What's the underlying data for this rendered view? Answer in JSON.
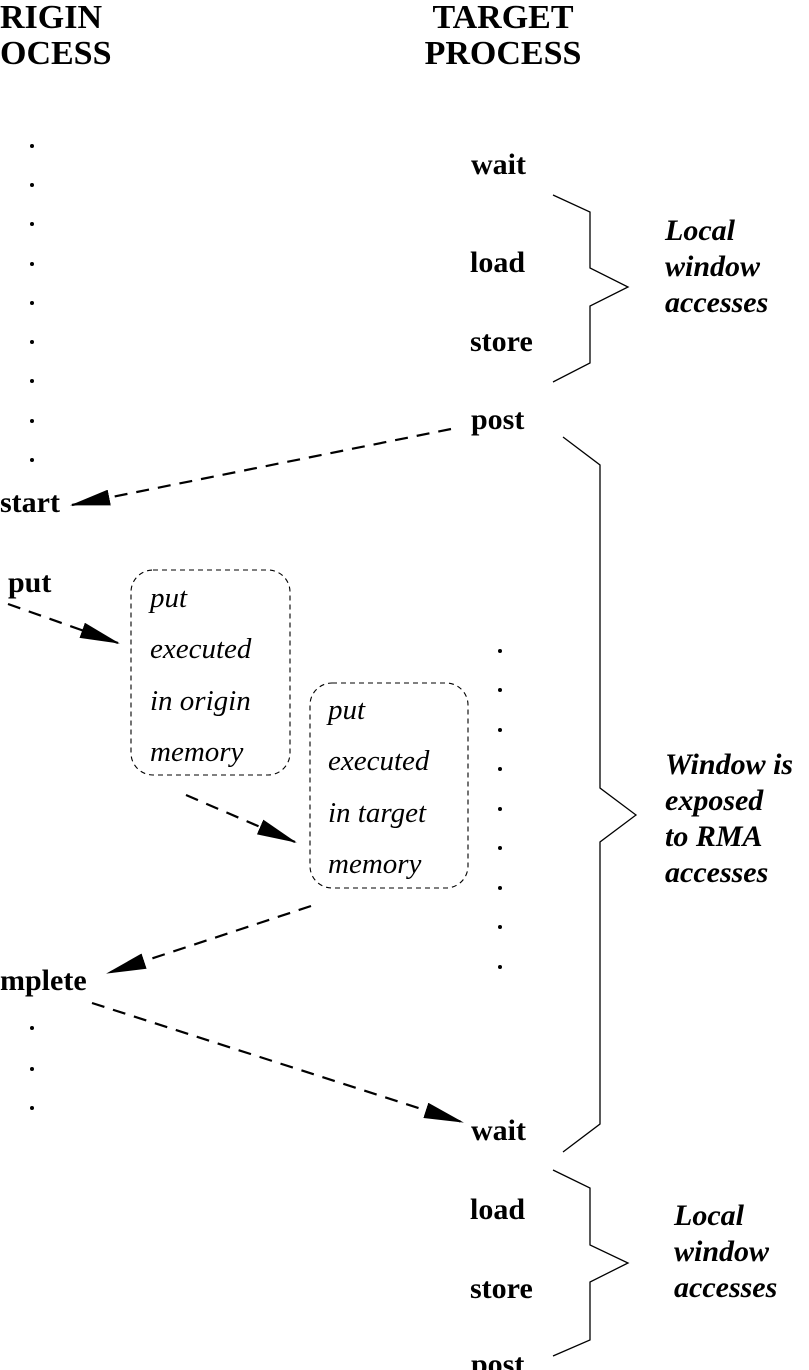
{
  "headers": {
    "origin_line1": "RIGIN",
    "origin_line2": "OCESS",
    "target_line1": "TARGET",
    "target_line2": "PROCESS"
  },
  "origin": {
    "start": "start",
    "put": "put",
    "complete": "mplete"
  },
  "target": {
    "wait1": "wait",
    "load1": "load",
    "store1": "store",
    "post1": "post",
    "wait2": "wait",
    "load2": "load",
    "store2": "store",
    "post2": "post"
  },
  "boxes": {
    "origin": {
      "line1": "put",
      "line2": "executed",
      "line3": "in origin",
      "line4": "memory"
    },
    "target": {
      "line1": "put",
      "line2": "executed",
      "line3": "in target",
      "line4": "memory"
    }
  },
  "notes": {
    "local1": {
      "line1": "Local",
      "line2": "window",
      "line3": "accesses"
    },
    "exposed": {
      "line1": "Window is",
      "line2": "exposed",
      "line3": "to RMA",
      "line4": "accesses"
    },
    "local2": {
      "line1": "Local",
      "line2": "window",
      "line3": "accesses"
    }
  }
}
